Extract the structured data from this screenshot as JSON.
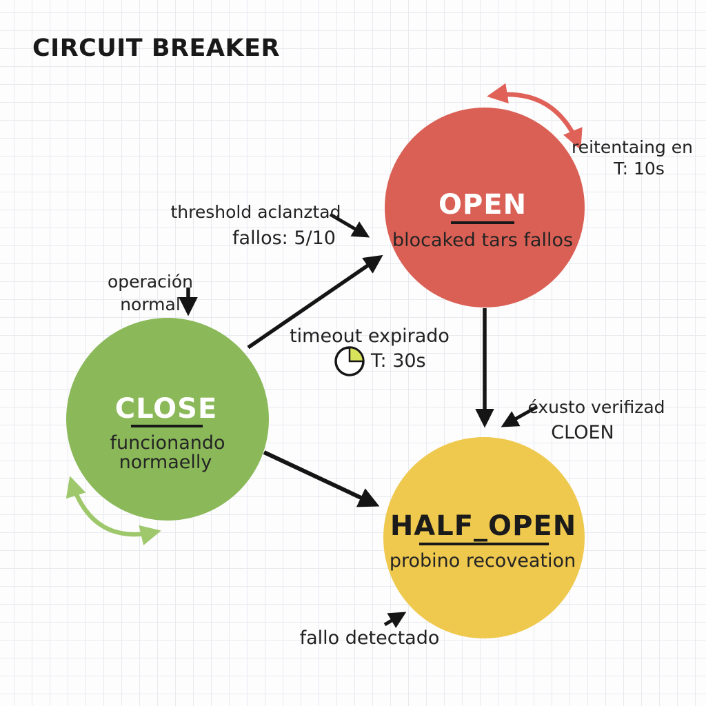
{
  "title": "CIRCUIT BREAKER",
  "states": {
    "open": {
      "name": "OPEN",
      "description": "blocaked tars fallos"
    },
    "close": {
      "name": "CLOSE",
      "description_line1": "funcionando",
      "description_line2": "normaelly"
    },
    "half_open": {
      "name": "HALF_OPEN",
      "description": "probino recoveation"
    }
  },
  "annotations": {
    "retry_line1": "reitentaing en",
    "retry_line2": "T: 10s",
    "threshold_line1": "threshold aclanztad",
    "threshold_line2": "fallos: 5/10",
    "operation_line1": "operación",
    "operation_line2": "normal",
    "timeout_line1": "timeout expirado",
    "timeout_line2": "T: 30s",
    "success_line1": "éxusto verifizad",
    "success_line2": "CLOEN",
    "failure": "fallo detectado"
  },
  "icons": {
    "clock_icon": "quarter-pie clock showing elapsed timeout"
  },
  "colors": {
    "open_state": "#da6055",
    "close_state": "#8bb95a",
    "half_open_state": "#efc94e",
    "red_arrow": "#e06158",
    "green_arrow": "#9fc86d",
    "black_arrow": "#151515",
    "clock_wedge": "#d8e35b",
    "text": "#1e1e1e",
    "grid_line": "#e8eaee",
    "background": "#fdfdfe"
  }
}
